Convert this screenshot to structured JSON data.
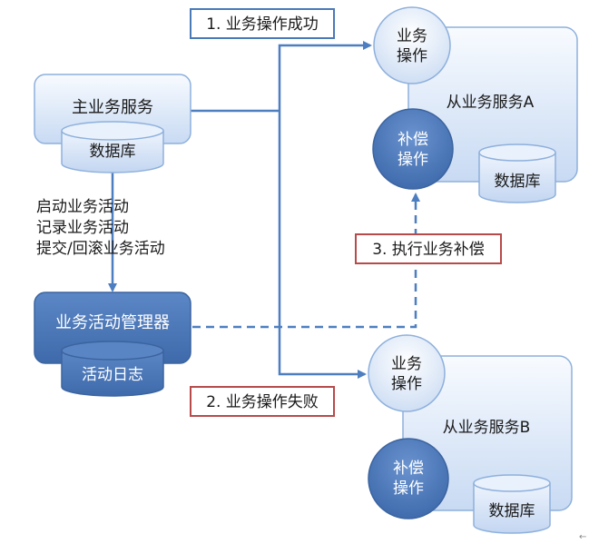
{
  "main_service": {
    "title": "主业务服务",
    "db_label": "数据库"
  },
  "steps_text": [
    "启动业务活动",
    "记录业务活动",
    "提交/回滚业务活动"
  ],
  "activity_manager": {
    "title": "业务活动管理器",
    "log_label": "活动日志"
  },
  "slave_a": {
    "title": "从业务服务A",
    "op_label": [
      "业务",
      "操作"
    ],
    "comp_label": [
      "补偿",
      "操作"
    ],
    "db_label": "数据库"
  },
  "slave_b": {
    "title": "从业务服务B",
    "op_label": [
      "业务",
      "操作"
    ],
    "comp_label": [
      "补偿",
      "操作"
    ],
    "db_label": "数据库"
  },
  "callouts": {
    "op_success": "1. 业务操作成功",
    "op_fail": "2. 业务操作失败",
    "exec_comp": "3. 执行业务补偿"
  },
  "colors": {
    "light_fill_top": "#f7faff",
    "light_fill_bottom": "#c9dbf4",
    "box_border": "#8eb0dc",
    "dark_fill": "#4f7bbd",
    "dark_border": "#3b649f",
    "arrow": "#4d7fc0",
    "blue_label_border": "#4a79b8",
    "red_label_border": "#b84a4a"
  }
}
